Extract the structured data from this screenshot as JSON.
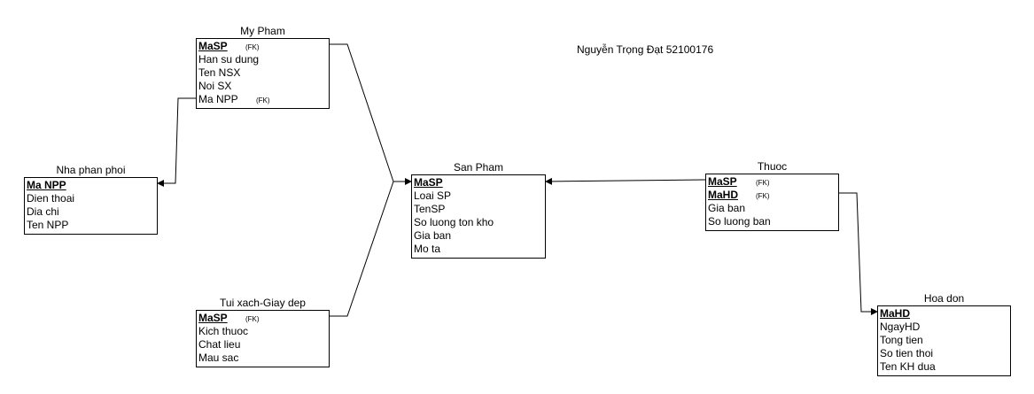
{
  "author": "Nguyễn Trọng Đạt 52100176",
  "fk_marker": "(FK)",
  "entities": {
    "my_pham": {
      "title": "My Pham",
      "attributes": [
        {
          "name": "MaSP",
          "pk": true,
          "fk": true
        },
        {
          "name": "Han su dung"
        },
        {
          "name": "Ten NSX"
        },
        {
          "name": "Noi SX"
        },
        {
          "name": "Ma NPP",
          "fk": true
        }
      ]
    },
    "nha_phan_phoi": {
      "title": "Nha phan phoi",
      "attributes": [
        {
          "name": "Ma NPP",
          "pk": true
        },
        {
          "name": "Dien thoai"
        },
        {
          "name": "Dia chi"
        },
        {
          "name": "Ten NPP"
        }
      ]
    },
    "san_pham": {
      "title": "San Pham",
      "attributes": [
        {
          "name": "MaSP",
          "pk": true
        },
        {
          "name": "Loai SP"
        },
        {
          "name": "TenSP"
        },
        {
          "name": "So luong ton kho"
        },
        {
          "name": "Gia ban"
        },
        {
          "name": "Mo ta"
        }
      ]
    },
    "thuoc": {
      "title": "Thuoc",
      "attributes": [
        {
          "name": "MaSP",
          "pk": true,
          "fk": true
        },
        {
          "name": "MaHD",
          "pk": true,
          "fk": true
        },
        {
          "name": "Gia ban"
        },
        {
          "name": "So luong ban"
        }
      ]
    },
    "tui_xach": {
      "title": "Tui xach-Giay dep",
      "attributes": [
        {
          "name": "MaSP",
          "pk": true,
          "fk": true
        },
        {
          "name": "Kich thuoc"
        },
        {
          "name": "Chat lieu"
        },
        {
          "name": "Mau sac"
        }
      ]
    },
    "hoa_don": {
      "title": "Hoa don",
      "attributes": [
        {
          "name": "MaHD",
          "pk": true
        },
        {
          "name": "NgayHD"
        },
        {
          "name": "Tong tien"
        },
        {
          "name": "So tien thoi"
        },
        {
          "name": "Ten KH dua"
        }
      ]
    }
  }
}
